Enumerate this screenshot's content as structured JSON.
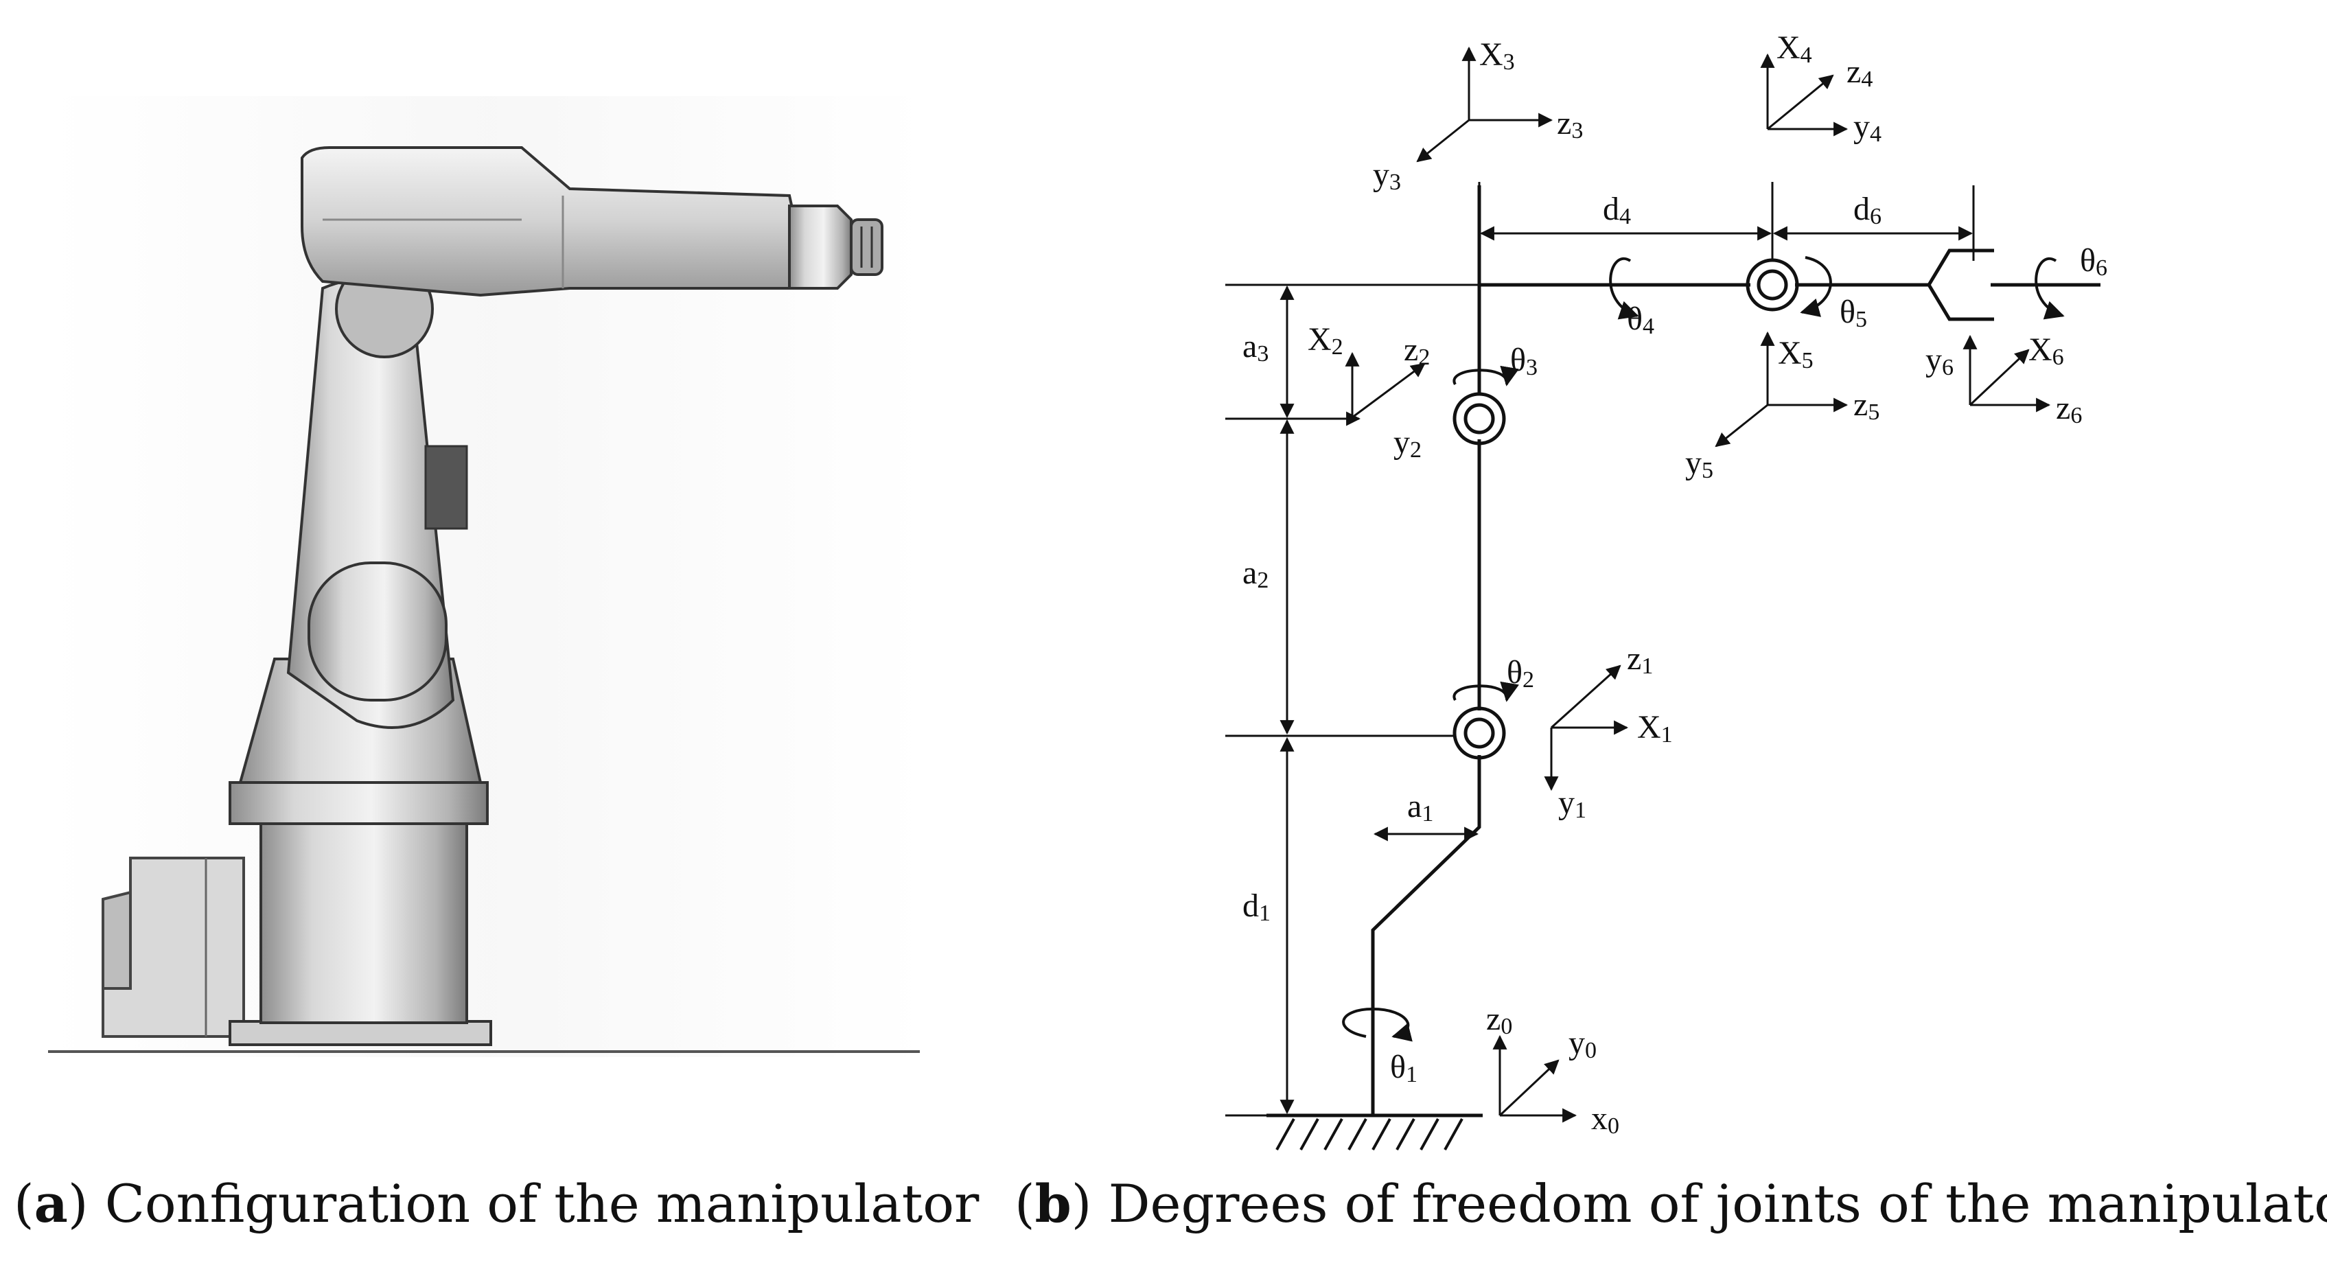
{
  "captions": {
    "a": {
      "open": "(",
      "letter": "a",
      "text": ") Configuration of the manipulator"
    },
    "b": {
      "open": "(",
      "letter": "b",
      "text": ") Degrees of freedom of joints of the manipulator"
    }
  },
  "frames": {
    "f0": {
      "x": "x",
      "x_sub": "0",
      "y": "y",
      "y_sub": "0",
      "z": "z",
      "z_sub": "0"
    },
    "f1": {
      "x": "X",
      "x_sub": "1",
      "y": "y",
      "y_sub": "1",
      "z": "z",
      "z_sub": "1"
    },
    "f2": {
      "x": "X",
      "x_sub": "2",
      "y": "y",
      "y_sub": "2",
      "z": "z",
      "z_sub": "2"
    },
    "f3": {
      "x": "X",
      "x_sub": "3",
      "y": "y",
      "y_sub": "3",
      "z": "z",
      "z_sub": "3"
    },
    "f4": {
      "x": "X",
      "x_sub": "4",
      "y": "y",
      "y_sub": "4",
      "z": "z",
      "z_sub": "4"
    },
    "f5": {
      "x": "X",
      "x_sub": "5",
      "y": "y",
      "y_sub": "5",
      "z": "z",
      "z_sub": "5"
    },
    "f6": {
      "x": "X",
      "x_sub": "6",
      "y": "y",
      "y_sub": "6",
      "z": "z",
      "z_sub": "6"
    }
  },
  "angles": {
    "t1": {
      "sym": "θ",
      "sub": "1"
    },
    "t2": {
      "sym": "θ",
      "sub": "2"
    },
    "t3": {
      "sym": "θ",
      "sub": "3"
    },
    "t4": {
      "sym": "θ",
      "sub": "4"
    },
    "t5": {
      "sym": "θ",
      "sub": "5"
    },
    "t6": {
      "sym": "θ",
      "sub": "6"
    }
  },
  "dims": {
    "a1": {
      "sym": "a",
      "sub": "1"
    },
    "a2": {
      "sym": "a",
      "sub": "2"
    },
    "a3": {
      "sym": "a",
      "sub": "3"
    },
    "d1": {
      "sym": "d",
      "sub": "1"
    },
    "d4": {
      "sym": "d",
      "sub": "4"
    },
    "d6": {
      "sym": "d",
      "sub": "6"
    }
  }
}
